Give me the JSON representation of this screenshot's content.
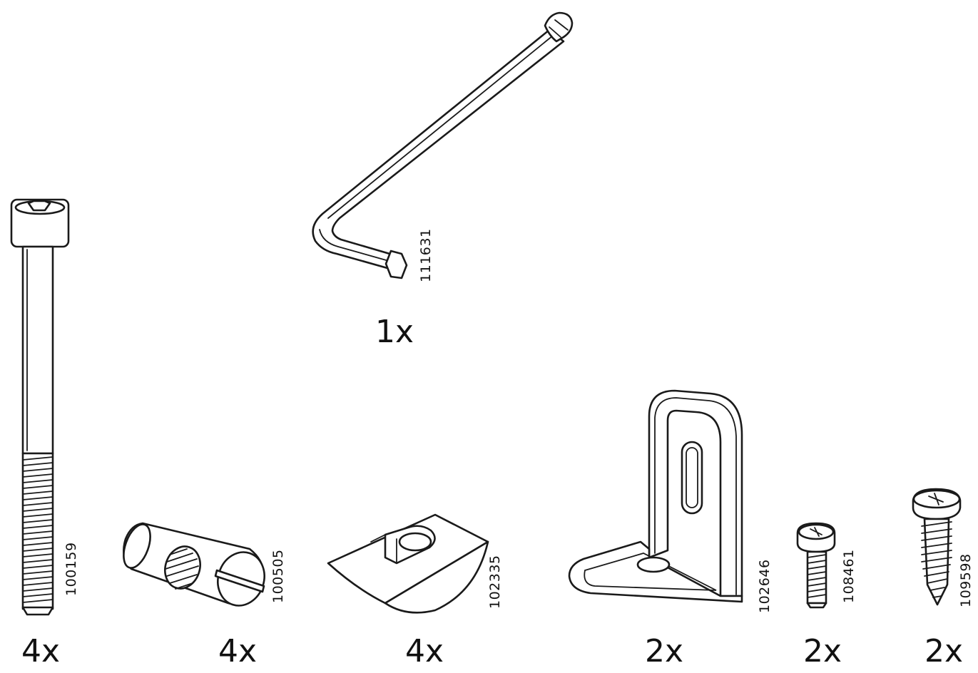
{
  "parts": [
    {
      "id": "allen-key",
      "code": "111631",
      "quantity": "1x",
      "icon": "allen-key-icon"
    },
    {
      "id": "long-bolt",
      "code": "100159",
      "quantity": "4x",
      "icon": "socket-bolt-icon"
    },
    {
      "id": "barrel-nut",
      "code": "100505",
      "quantity": "4x",
      "icon": "barrel-nut-icon"
    },
    {
      "id": "wedge-dowel",
      "code": "102335",
      "quantity": "4x",
      "icon": "wedge-connector-icon"
    },
    {
      "id": "angle-bracket",
      "code": "102646",
      "quantity": "2x",
      "icon": "angle-bracket-icon"
    },
    {
      "id": "machine-screw",
      "code": "108461",
      "quantity": "2x",
      "icon": "machine-screw-icon"
    },
    {
      "id": "wood-screw",
      "code": "109598",
      "quantity": "2x",
      "icon": "wood-screw-icon"
    }
  ]
}
